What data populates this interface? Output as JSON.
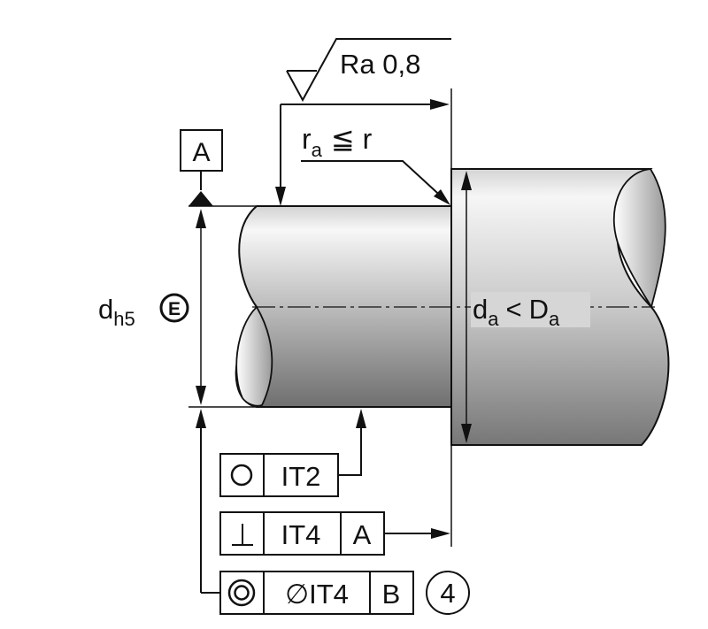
{
  "surface_finish": {
    "text": "Ra 0,8"
  },
  "datum_a": {
    "letter": "A"
  },
  "fillet_note": {
    "r_main": "r",
    "r_sub": "a",
    "rel": "≦ r"
  },
  "shaft_dim": {
    "d": "d",
    "sub": "h5",
    "envelope": "E"
  },
  "shoulder_dim": {
    "d": "d",
    "d_sub": "a",
    "lt": "<",
    "D": "D",
    "D_sub": "a"
  },
  "tolerance_frames": [
    {
      "symbol": "circularity",
      "tolerance": "IT2",
      "datum": ""
    },
    {
      "symbol": "perpendicularity",
      "tolerance": "IT4",
      "datum": "A"
    },
    {
      "symbol": "concentricity",
      "tolerance": "∅IT4",
      "datum": "B",
      "note": "4"
    }
  ]
}
